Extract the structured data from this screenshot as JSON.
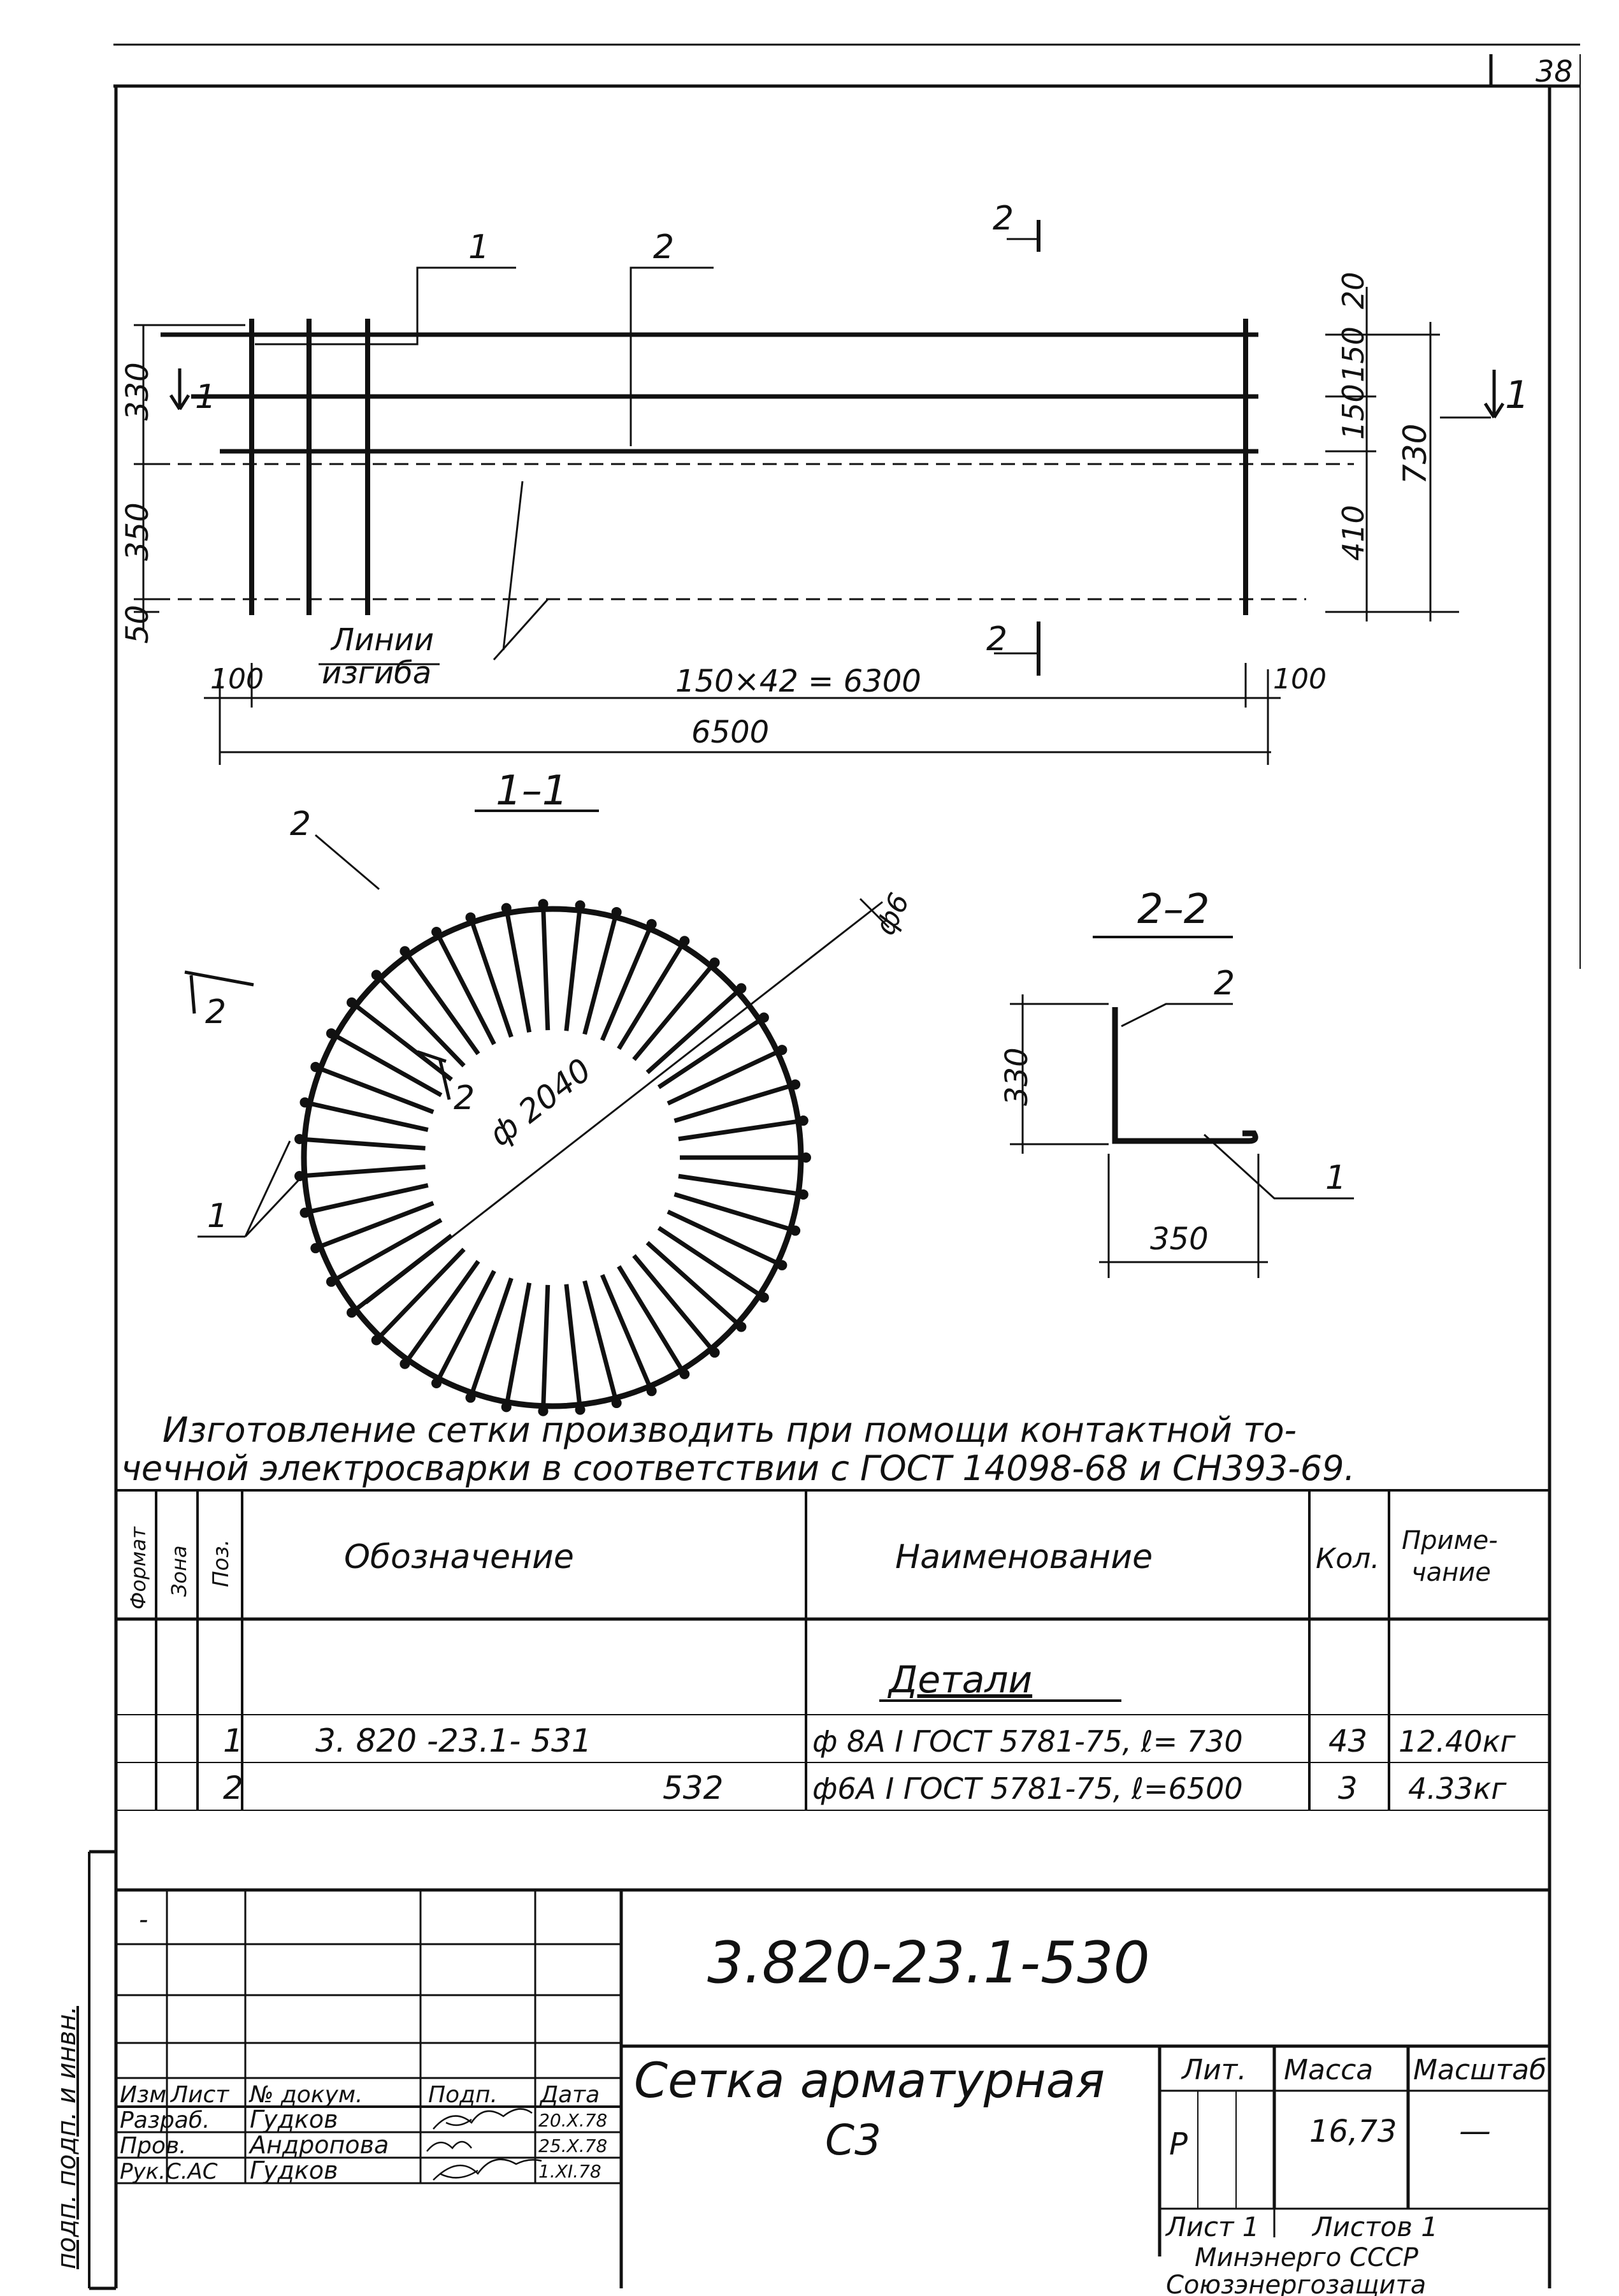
{
  "sheet_number": "38",
  "plan": {
    "callouts": {
      "pos1": "1",
      "pos2": "2"
    },
    "section_marks": {
      "s2_top": "2",
      "s2_bottom": "2",
      "s1_left": "1",
      "s1_right": "1"
    },
    "left_dims": [
      "330",
      "350",
      "50"
    ],
    "right_dims": [
      "20",
      "150",
      "150",
      "410",
      "730"
    ],
    "bend_label": [
      "Линии",
      "изгиба"
    ],
    "bottom_dims": {
      "left": "100",
      "middle": "150×42 = 6300",
      "right": "100",
      "total": "6500"
    }
  },
  "section_1_1": {
    "title": "1–1",
    "diameter": "ф 2040",
    "d_small": "ф6",
    "pos1": "1",
    "pos2": "2",
    "mark2": "2"
  },
  "section_2_2": {
    "title": "2–2",
    "height": "330",
    "width": "350",
    "pos1": "1",
    "pos2": "2"
  },
  "note": [
    "Изготовление сетки производить при помощи контактной то-",
    "чечной электросварки в соответствии с ГОСТ 14098-68 и СН393-69."
  ],
  "spec": {
    "headers": {
      "format": "Формат",
      "zone": "Зона",
      "pos": "Поз.",
      "designation": "Обозначение",
      "name": "Наименование",
      "qty": "Кол.",
      "note": "Приме-чание"
    },
    "section": "Детали",
    "rows": [
      {
        "pos": "1",
        "designation": "3. 820 -23.1- 531",
        "name": "ф 8А I ГОСТ 5781-75, ℓ= 730",
        "qty": "43",
        "note": "12.40кг"
      },
      {
        "pos": "2",
        "designation": "532",
        "name": "ф6А I ГОСТ 5781-75, ℓ=6500",
        "qty": "3",
        "note": "4.33кг"
      }
    ]
  },
  "title_block": {
    "code": "3.820-23.1-530",
    "title": "Сетка арматурная",
    "subtitle": "С3",
    "dash": "-",
    "headers": {
      "izm": "Изм",
      "list": "Лист",
      "doc": "№ докум.",
      "sign": "Подп.",
      "date": "Дата"
    },
    "roles": [
      {
        "role": "Разраб.",
        "name": "Гудков",
        "date": "20.X.78"
      },
      {
        "role": "Пров.",
        "name": "Андропова",
        "date": "25.X.78"
      },
      {
        "role": "Рук.С.АС",
        "name": "Гудков",
        "date": "1.XI.78"
      }
    ],
    "lit_label": "Лит.",
    "mass_label": "Масса",
    "scale_label": "Масштаб",
    "lit": "Р",
    "mass": "16,73",
    "scale": "—",
    "sheet_label": "Лист 1",
    "sheets_label": "Листов 1",
    "org1": "Минэнерго СССР",
    "org2": "Союзэнергозащита"
  },
  "side_stamp": "подп. подп. и инвн."
}
